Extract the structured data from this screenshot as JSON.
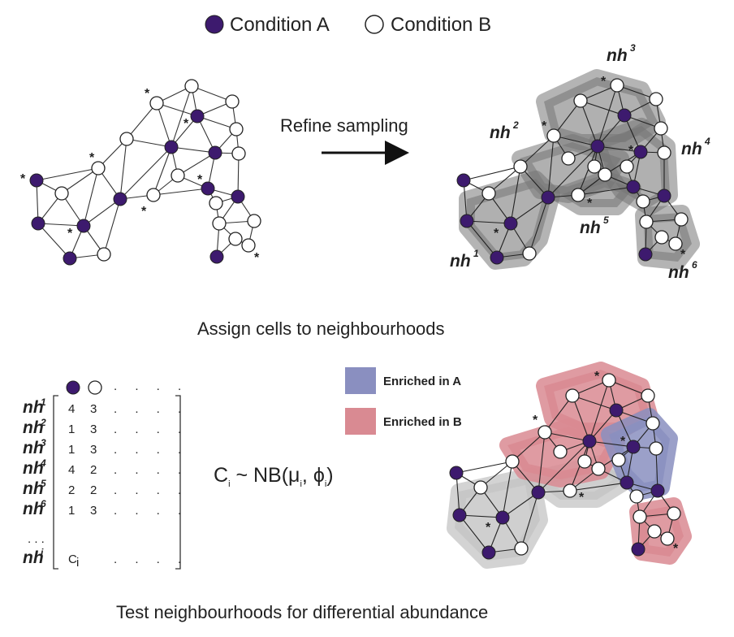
{
  "legend": {
    "condition_a": "Condition A",
    "condition_b": "Condition B",
    "color_a": "#3d1a6e",
    "color_b": "#ffffff"
  },
  "arrow_label": "Refine sampling",
  "step1_caption": "Assign cells to neighbourhoods",
  "step2_caption": "Test neighbourhoods for differential abundance",
  "neighbourhoods": [
    {
      "name": "nh",
      "sup": "1"
    },
    {
      "name": "nh",
      "sup": "2"
    },
    {
      "name": "nh",
      "sup": "3"
    },
    {
      "name": "nh",
      "sup": "4"
    },
    {
      "name": "nh",
      "sup": "5"
    },
    {
      "name": "nh",
      "sup": "6"
    }
  ],
  "matrix": {
    "header_dots": ". . . .",
    "rows": [
      {
        "name": "nh",
        "sup": "1",
        "a": "4",
        "b": "3",
        "rest": ". . . ."
      },
      {
        "name": "nh",
        "sup": "2",
        "a": "1",
        "b": "3",
        "rest": ". . . ."
      },
      {
        "name": "nh",
        "sup": "3",
        "a": "1",
        "b": "3",
        "rest": ". . . ."
      },
      {
        "name": "nh",
        "sup": "4",
        "a": "4",
        "b": "2",
        "rest": ". . . ."
      },
      {
        "name": "nh",
        "sup": "5",
        "a": "2",
        "b": "2",
        "rest": ". . . ."
      },
      {
        "name": "nh",
        "sup": "6",
        "a": "1",
        "b": "3",
        "rest": ". . . ."
      }
    ],
    "ellipsis_row": ".   .   .",
    "last_row": {
      "name": "nh",
      "sup": "i",
      "a": "C",
      "a_sub": "i",
      "rest": ". . . ."
    }
  },
  "formula": {
    "c": "C",
    "sub": "i",
    "middle": " ~ NB(μ",
    "comma": ", ϕ",
    "close": ")"
  },
  "enrichment_legend": {
    "a_label": "Enriched in A",
    "b_label": "Enriched in B",
    "a_color": "#8a8fc0",
    "b_color": "#d98a92"
  },
  "asterisk": "*"
}
